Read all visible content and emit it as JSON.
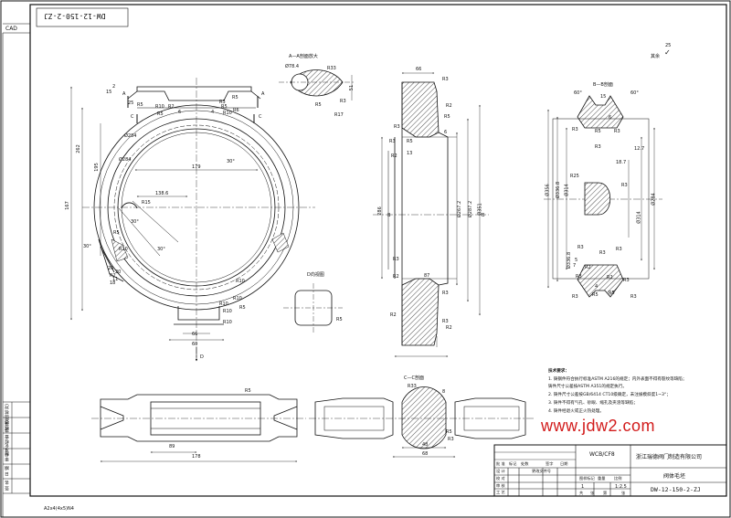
{
  "header": {
    "cad_label": "CAD",
    "rotated_code": "DW-12-150-2-ZJ"
  },
  "views": {
    "section_aa": "A—A剖面放大",
    "section_bb": "B—B剖面",
    "view_d": "D向视图",
    "section_cc": "C—C剖面",
    "surface_finish": "其余",
    "roughness": "25"
  },
  "left_strip": [
    "描(描)图(核对)",
    "校 核",
    "标准化检查",
    "审 核",
    "日 期",
    "签 名"
  ],
  "notes": {
    "title": "技术要求：",
    "lines": [
      "1. 铸钢件符合执行标准ASTM A216的规定；内外表面不得有裂纹等缺陷；",
      "   铸件尺寸公差按ASTM A351的规定执行。",
      "2. 铸件尺寸公差按GB/6414 CT10级确定，未注拔模斜度1~3°；",
      "3. 铸件不得有气孔、砂眼、缩孔及夹渣等缺陷；",
      "4. 铸件经退火或正火热处理。"
    ]
  },
  "watermark": "www.jdw2.com",
  "title_block": {
    "material": "WCB/CF8",
    "company": "浙江瑞德阀门制造有限公司",
    "part_name": "阀体毛坯",
    "drawing_no": "DW-12-150-2-ZJ",
    "scale": "1:2.5",
    "quantity": "1",
    "row_labels": [
      "设 计",
      "校 对",
      "审 核",
      "工 艺",
      "批 准"
    ],
    "col_labels": [
      "标记",
      "处数",
      "更改文件号",
      "签字",
      "日期"
    ],
    "info_labels": [
      "图样标记",
      "重量",
      "比例"
    ],
    "sheet_labels": [
      "共",
      "张",
      "第",
      "张"
    ]
  },
  "bottom_code": "A2x4(4x5)N4",
  "dims": {
    "main": [
      "167",
      "262",
      "195",
      "179",
      "Ø284",
      "138.6",
      "R15",
      "30°",
      "30°",
      "30°",
      "R10",
      "R10",
      "R5",
      "R10",
      "R10",
      "R10",
      "66",
      "60",
      "15",
      "R5",
      "R5",
      "R5",
      "R10",
      "R2",
      "R5",
      "2",
      "25",
      "30°",
      "11",
      "R10",
      "R10",
      "R6",
      "R3",
      "R2",
      "18",
      "20",
      "26",
      "R5",
      "6",
      "4",
      "Ø284"
    ],
    "side": [
      "66",
      "R3",
      "R2",
      "R5",
      "R3",
      "6",
      "R3",
      "R2",
      "Ø267.2",
      "Ø287.2",
      "Ø351",
      "286",
      "R3",
      "R2",
      "R3",
      "R2",
      "R3",
      "R2",
      "R5",
      "13",
      "87"
    ],
    "bb": [
      "60°",
      "60°",
      "15",
      "6",
      "R5",
      "R3",
      "R3",
      "12.7",
      "18.7",
      "R25",
      "R3",
      "R3",
      "R3",
      "Ø356",
      "Ø336.8",
      "Ø314",
      "Ø284",
      "Ø314",
      "Ø336.8",
      "R3",
      "R2",
      "R3",
      "R3",
      "R2",
      "R5",
      "R5",
      "R3",
      "R3",
      "R3",
      "5",
      "7",
      "4"
    ],
    "aa": [
      "Ø78.4",
      "R33",
      "R17",
      "R3",
      "R5",
      "51"
    ],
    "cc": [
      "R33",
      "R5",
      "R3",
      "8",
      "48",
      "68"
    ],
    "dview": [
      "R5"
    ],
    "top": [
      "R5",
      "89",
      "178"
    ]
  }
}
